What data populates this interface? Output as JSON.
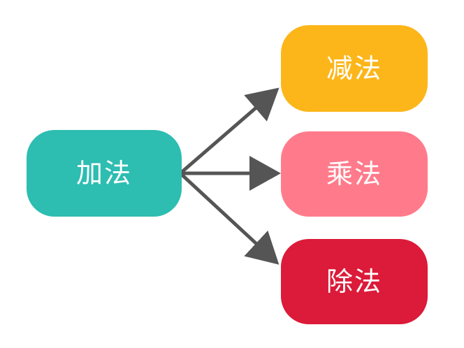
{
  "diagram": {
    "root": {
      "label": "加法",
      "color": "#2DBDB1"
    },
    "children": [
      {
        "label": "减法",
        "color": "#FDB61A"
      },
      {
        "label": "乘法",
        "color": "#FF7B8B"
      },
      {
        "label": "除法",
        "color": "#DC1A39"
      }
    ],
    "arrow_color": "#555555"
  }
}
